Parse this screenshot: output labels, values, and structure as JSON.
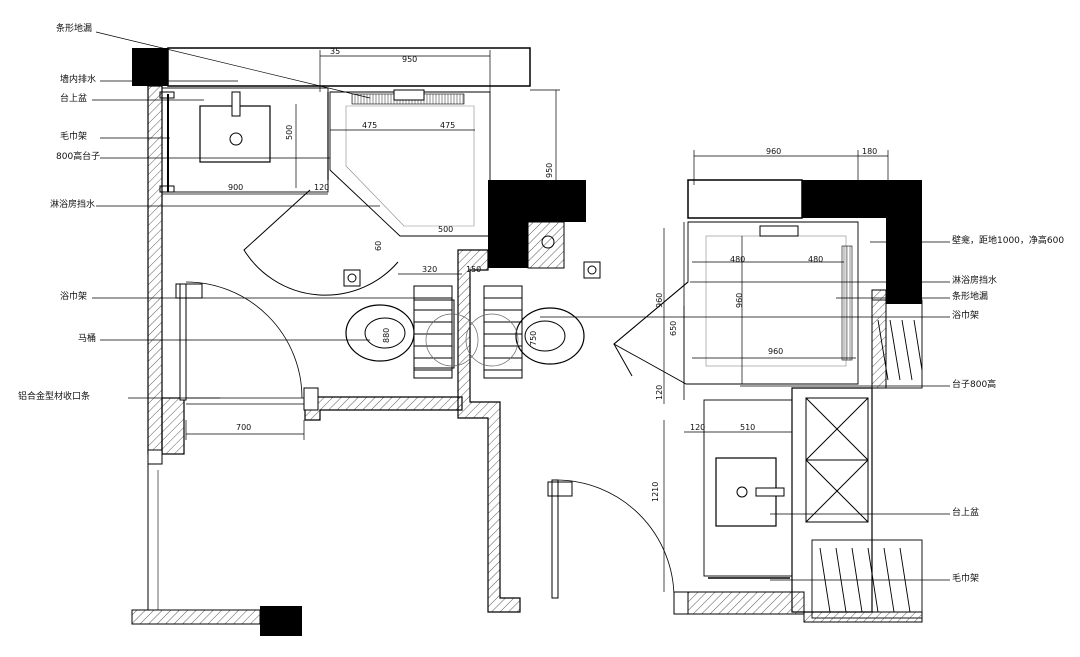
{
  "left_labels": [
    "条形地漏",
    "墙内排水",
    "台上盆",
    "毛巾架",
    "800高台子",
    "淋浴房挡水",
    "浴巾架",
    "马桶",
    "铝合金型材收口条"
  ],
  "right_labels": [
    "壁龛，距地1000，净高600",
    "淋浴房挡水",
    "条形地漏",
    "浴巾架",
    "台子800高",
    "台上盆",
    "毛巾架"
  ],
  "dimensions": {
    "d35": "35",
    "d950_top": "950",
    "d475_a": "475",
    "d475_b": "475",
    "d500_v": "500",
    "d900": "900",
    "d120_a": "120",
    "d500_h": "500",
    "d60": "60",
    "d320": "320",
    "d880": "880",
    "d750": "750",
    "d700": "700",
    "d950_v": "950",
    "d960_top": "960",
    "d180": "180",
    "d480_a": "480",
    "d480_b": "480",
    "d960_va": "960",
    "d960_vb": "960",
    "d960_h": "960",
    "d650": "650",
    "d120_b": "120",
    "d120_c": "120",
    "d510": "510",
    "d1210": "1210",
    "d150": "150"
  }
}
